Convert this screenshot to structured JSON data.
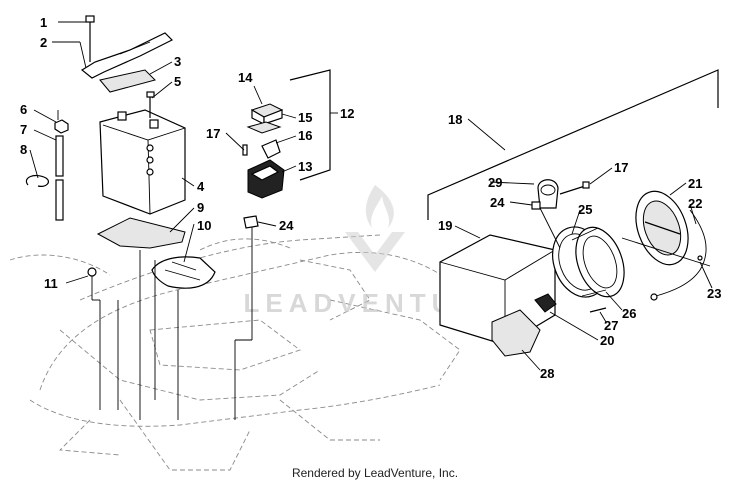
{
  "diagram": {
    "part_numbers": [
      "1",
      "2",
      "3",
      "4",
      "5",
      "6",
      "7",
      "8",
      "9",
      "10",
      "11",
      "12",
      "13",
      "14",
      "15",
      "16",
      "17",
      "17",
      "18",
      "19",
      "20",
      "21",
      "22",
      "23",
      "24",
      "24",
      "25",
      "26",
      "27",
      "28",
      "29"
    ]
  },
  "watermark": {
    "text": "LEADVENTURE",
    "icon": "flame-chevron-logo-icon"
  },
  "footer": {
    "text": "Rendered by LeadVenture, Inc."
  }
}
